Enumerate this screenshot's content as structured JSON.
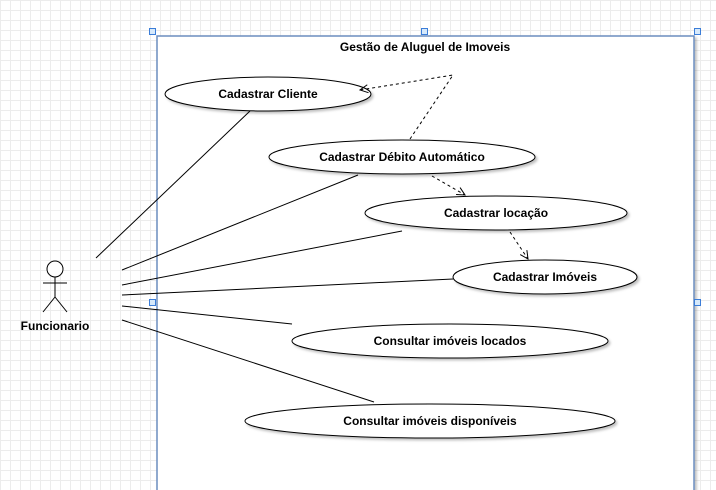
{
  "diagram": {
    "system_title": "Gestão de Aluguel de Imoveis",
    "actor": {
      "name": "Funcionario"
    },
    "use_cases": {
      "cadastrar_cliente": "Cadastrar Cliente",
      "cadastrar_debito": "Cadastrar Débito Automático",
      "cadastrar_locacao": "Cadastrar locação",
      "cadastrar_imoveis": "Cadastrar Imóveis",
      "consultar_locados": "Consultar imóveis locados",
      "consultar_disponiveis": "Consultar imóveis disponíveis"
    }
  },
  "colors": {
    "boundary_border": "#6c8ebf",
    "selection_handle": "#3b7dd8",
    "stroke": "#000000",
    "fill": "#ffffff"
  }
}
